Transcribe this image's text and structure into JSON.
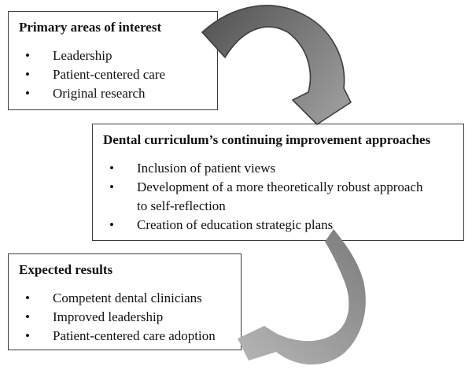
{
  "bullet_glyph": "•",
  "boxes": {
    "primary": {
      "title": "Primary areas of interest",
      "items": [
        "Leadership",
        "Patient-centered care",
        "Original research"
      ]
    },
    "curriculum": {
      "title": "Dental curriculum’s continuing improvement approaches",
      "items": [
        "Inclusion of patient views",
        "Development of a more theoretically robust approach\nto self-reflection",
        "Creation of education strategic plans"
      ]
    },
    "results": {
      "title": "Expected results",
      "items": [
        "Competent dental clinicians",
        "Improved leadership",
        "Patient-centered care adoption"
      ]
    }
  },
  "arrows": [
    {
      "name": "top-curved-arrow",
      "from": "Primary areas of interest",
      "to": "Dental curriculum’s continuing improvement approaches"
    },
    {
      "name": "bottom-curved-arrow",
      "from": "Dental curriculum’s continuing improvement approaches",
      "to": "Expected results"
    }
  ],
  "colors": {
    "box_border": "#3c3c3c",
    "text": "#111111",
    "arrow1_start": "#575757",
    "arrow1_end": "#9a9a9a",
    "arrow1_outline": "#3d3d3d",
    "arrow2_start": "#7d7d7d",
    "arrow2_end": "#b2b2b2"
  }
}
